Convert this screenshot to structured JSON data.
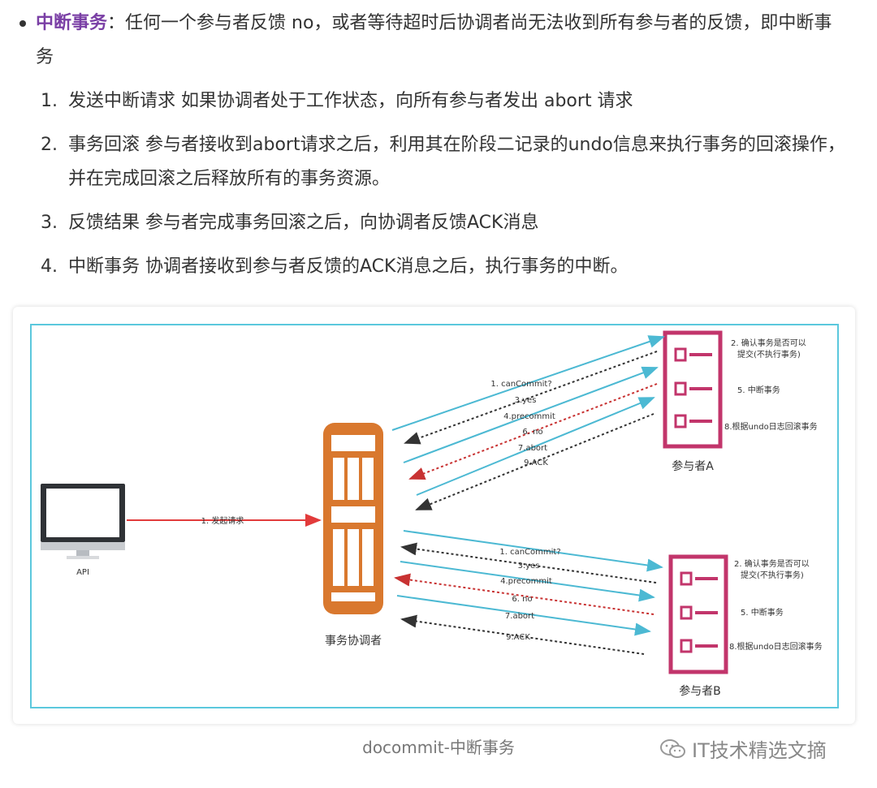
{
  "bullet": {
    "term": "中断事务",
    "rest": "：任何一个参与者反馈 no，或者等待超时后协调者尚无法收到所有参与者的反馈，即中断事务"
  },
  "steps": [
    {
      "num": "1.",
      "text": "发送中断请求 如果协调者处于工作状态，向所有参与者发出 abort 请求"
    },
    {
      "num": "2.",
      "text": "事务回滚 参与者接收到abort请求之后，利用其在阶段二记录的undo信息来执行事务的回滚操作，并在完成回滚之后释放所有的事务资源。"
    },
    {
      "num": "3.",
      "text": "反馈结果 参与者完成事务回滚之后，向协调者反馈ACK消息"
    },
    {
      "num": "4.",
      "text": "中断事务 协调者接收到参与者反馈的ACK消息之后，执行事务的中断。"
    }
  ],
  "diagram": {
    "api_label": "API",
    "request_label": "1. 发起请求",
    "coordinator_label": "事务协调者",
    "participant_a_label": "参与者A",
    "participant_b_label": "参与者B",
    "messages": [
      "1. canCommit?",
      "3.yes",
      "4.precommit",
      "6. no",
      "7.abort",
      "9.ACK"
    ],
    "notes": {
      "note1_line1": "2. 确认事务是否可以",
      "note1_line2": "提交(不执行事务)",
      "note2": "5. 中断事务",
      "note3": "8.根据undo日志回滚事务"
    },
    "colors": {
      "frame": "#5bc8dd",
      "coordinator": "#d9782e",
      "participant": "#c2356b",
      "request": "#e23b3b",
      "send": "#4cb9d3",
      "reply": "#333333",
      "no_reply": "#c83232"
    }
  },
  "caption": "docommit-中断事务",
  "watermark": "IT技术精选文摘"
}
